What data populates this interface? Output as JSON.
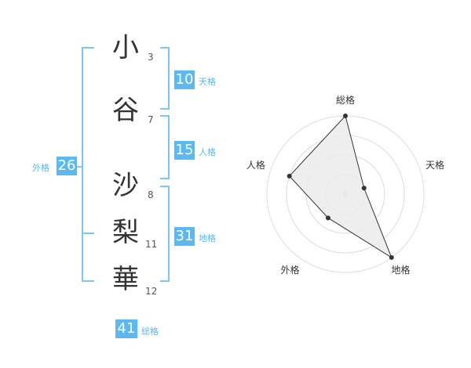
{
  "name": {
    "chars": [
      {
        "char": "小",
        "strokes": "3"
      },
      {
        "char": "谷",
        "strokes": "7"
      },
      {
        "char": "沙",
        "strokes": "8"
      },
      {
        "char": "梨",
        "strokes": "11"
      },
      {
        "char": "華",
        "strokes": "12"
      }
    ]
  },
  "kaku": {
    "ten": {
      "value": "10",
      "label": "天格"
    },
    "jin": {
      "value": "15",
      "label": "人格"
    },
    "chi": {
      "value": "31",
      "label": "地格"
    },
    "gai": {
      "value": "26",
      "label": "外格"
    },
    "sou": {
      "value": "41",
      "label": "総格"
    }
  },
  "colors": {
    "accent": "#5cb8f0",
    "bracket": "#7cc6f4",
    "text": "#333333"
  },
  "chart_data": {
    "type": "radar",
    "axes": [
      "総格",
      "天格",
      "地格",
      "外格",
      "人格"
    ],
    "values": [
      4.0,
      1.0,
      4.0,
      1.5,
      3.0
    ],
    "max": 4,
    "rings": 4
  }
}
